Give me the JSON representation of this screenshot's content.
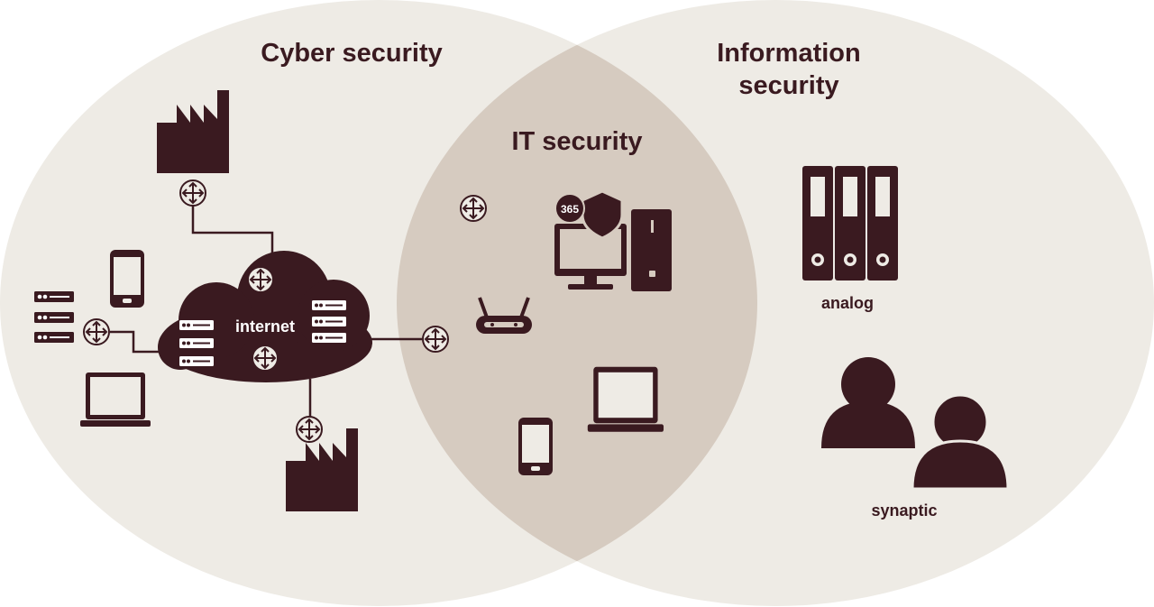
{
  "colors": {
    "circle_fill": "#eeebe5",
    "overlap_fill": "#d6cbc0",
    "icon": "#3a1a20",
    "icon_light": "#ffffff"
  },
  "labels": {
    "cyber": "Cyber security",
    "info_line1": "Information",
    "info_line2": "security",
    "it": "IT security",
    "internet": "internet",
    "badge_365": "365",
    "analog": "analog",
    "synaptic": "synaptic"
  },
  "icons": [
    "factory-icon",
    "router-icon",
    "cloud-icon",
    "server-icon",
    "smartphone-icon",
    "laptop-icon",
    "desktop-computer-icon",
    "shield-icon",
    "wifi-router-icon",
    "binder-icon",
    "person-icon"
  ]
}
